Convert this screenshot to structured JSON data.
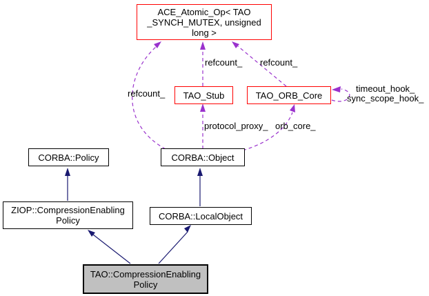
{
  "diagram": {
    "kind": "collaboration-graph",
    "colors": {
      "background": "#ffffff",
      "usage_edge": "#9a32cd",
      "inheritance_edge": "#191970",
      "truncated_node_border": "#ff0000",
      "node_border": "#000000",
      "current_node_fill": "#c0c0c0"
    },
    "nodes": {
      "ace_atomic_op": {
        "label": "ACE_Atomic_Op< TAO\n_SYNCH_MUTEX, unsigned\nlong >",
        "style": "truncated-red"
      },
      "tao_stub": {
        "label": "TAO_Stub",
        "style": "truncated-red"
      },
      "tao_orb_core": {
        "label": "TAO_ORB_Core",
        "style": "truncated-red"
      },
      "corba_object": {
        "label": "CORBA::Object",
        "style": "normal"
      },
      "corba_policy": {
        "label": "CORBA::Policy",
        "style": "normal"
      },
      "ziop_compression_enabling_policy": {
        "label": "ZIOP::CompressionEnabling\nPolicy",
        "style": "normal"
      },
      "corba_local_object": {
        "label": "CORBA::LocalObject",
        "style": "normal"
      },
      "tao_compression_enabling_policy": {
        "label": "TAO::CompressionEnabling\nPolicy",
        "style": "current-gray"
      }
    },
    "edges": [
      {
        "from": "CORBA::Object",
        "to": "ACE_Atomic_Op< TAO_SYNCH_MUTEX, unsigned long >",
        "label": "refcount_",
        "type": "usage-dashed"
      },
      {
        "from": "TAO_Stub",
        "to": "ACE_Atomic_Op< TAO_SYNCH_MUTEX, unsigned long >",
        "label": "refcount_",
        "type": "usage-dashed"
      },
      {
        "from": "TAO_ORB_Core",
        "to": "ACE_Atomic_Op< TAO_SYNCH_MUTEX, unsigned long >",
        "label": "refcount_",
        "type": "usage-dashed"
      },
      {
        "from": "CORBA::Object",
        "to": "TAO_Stub",
        "label": "protocol_proxy_",
        "type": "usage-dashed"
      },
      {
        "from": "CORBA::Object",
        "to": "TAO_ORB_Core",
        "label": "orb_core_",
        "type": "usage-dashed"
      },
      {
        "from": "TAO_ORB_Core",
        "to": "TAO_ORB_Core",
        "label": "timeout_hook_",
        "type": "usage-dashed-self-loop"
      },
      {
        "from": "TAO_ORB_Core",
        "to": "TAO_ORB_Core",
        "label": "sync_scope_hook_",
        "type": "usage-dashed-self-loop"
      },
      {
        "from": "ZIOP::CompressionEnablingPolicy",
        "to": "CORBA::Policy",
        "label": "",
        "type": "inheritance-solid"
      },
      {
        "from": "CORBA::LocalObject",
        "to": "CORBA::Object",
        "label": "",
        "type": "inheritance-solid"
      },
      {
        "from": "TAO::CompressionEnablingPolicy",
        "to": "ZIOP::CompressionEnablingPolicy",
        "label": "",
        "type": "inheritance-solid"
      },
      {
        "from": "TAO::CompressionEnablingPolicy",
        "to": "CORBA::LocalObject",
        "label": "",
        "type": "inheritance-solid"
      }
    ]
  }
}
